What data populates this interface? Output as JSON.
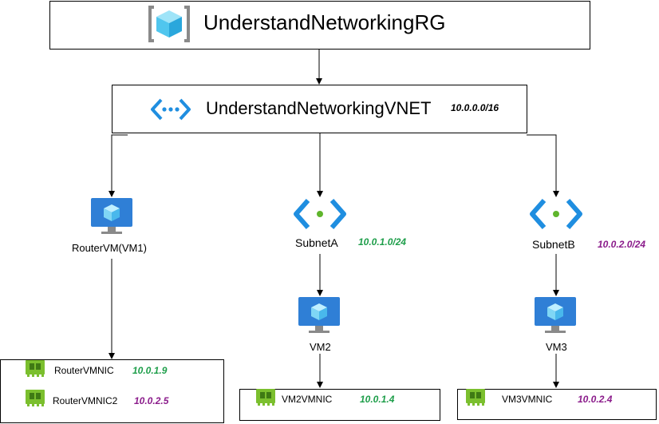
{
  "resource_group": {
    "name": "UnderstandNetworkingRG",
    "icon": "resource-group-cube-icon"
  },
  "vnet": {
    "name": "UnderstandNetworkingVNET",
    "cidr": "10.0.0.0/16",
    "icon": "virtual-network-icon"
  },
  "router": {
    "name": "RouterVM(VM1)",
    "icon": "virtual-machine-icon",
    "nics": [
      {
        "name": "RouterVMNIC",
        "ip": "10.0.1.9",
        "ip_color": "#1e9e4a"
      },
      {
        "name": "RouterVMNIC2",
        "ip": "10.0.2.5",
        "ip_color": "#8b1c8b"
      }
    ]
  },
  "subnets": [
    {
      "name": "SubnetA",
      "cidr": "10.0.1.0/24",
      "cidr_color": "#1e9e4a",
      "vm": {
        "name": "VM2",
        "nic": "VM2VMNIC",
        "ip": "10.0.1.4",
        "ip_color": "#1e9e4a"
      }
    },
    {
      "name": "SubnetB",
      "cidr": "10.0.2.0/24",
      "cidr_color": "#8b1c8b",
      "vm": {
        "name": "VM3",
        "nic": "VM3VMNIC",
        "ip": "10.0.2.4",
        "ip_color": "#8b1c8b"
      }
    }
  ],
  "colors": {
    "azure_blue": "#1f8ee0",
    "vm_blue": "#2f7fd6",
    "nic_green": "#7bbf2e",
    "green_ip": "#1e9e4a",
    "purple_ip": "#8b1c8b"
  }
}
